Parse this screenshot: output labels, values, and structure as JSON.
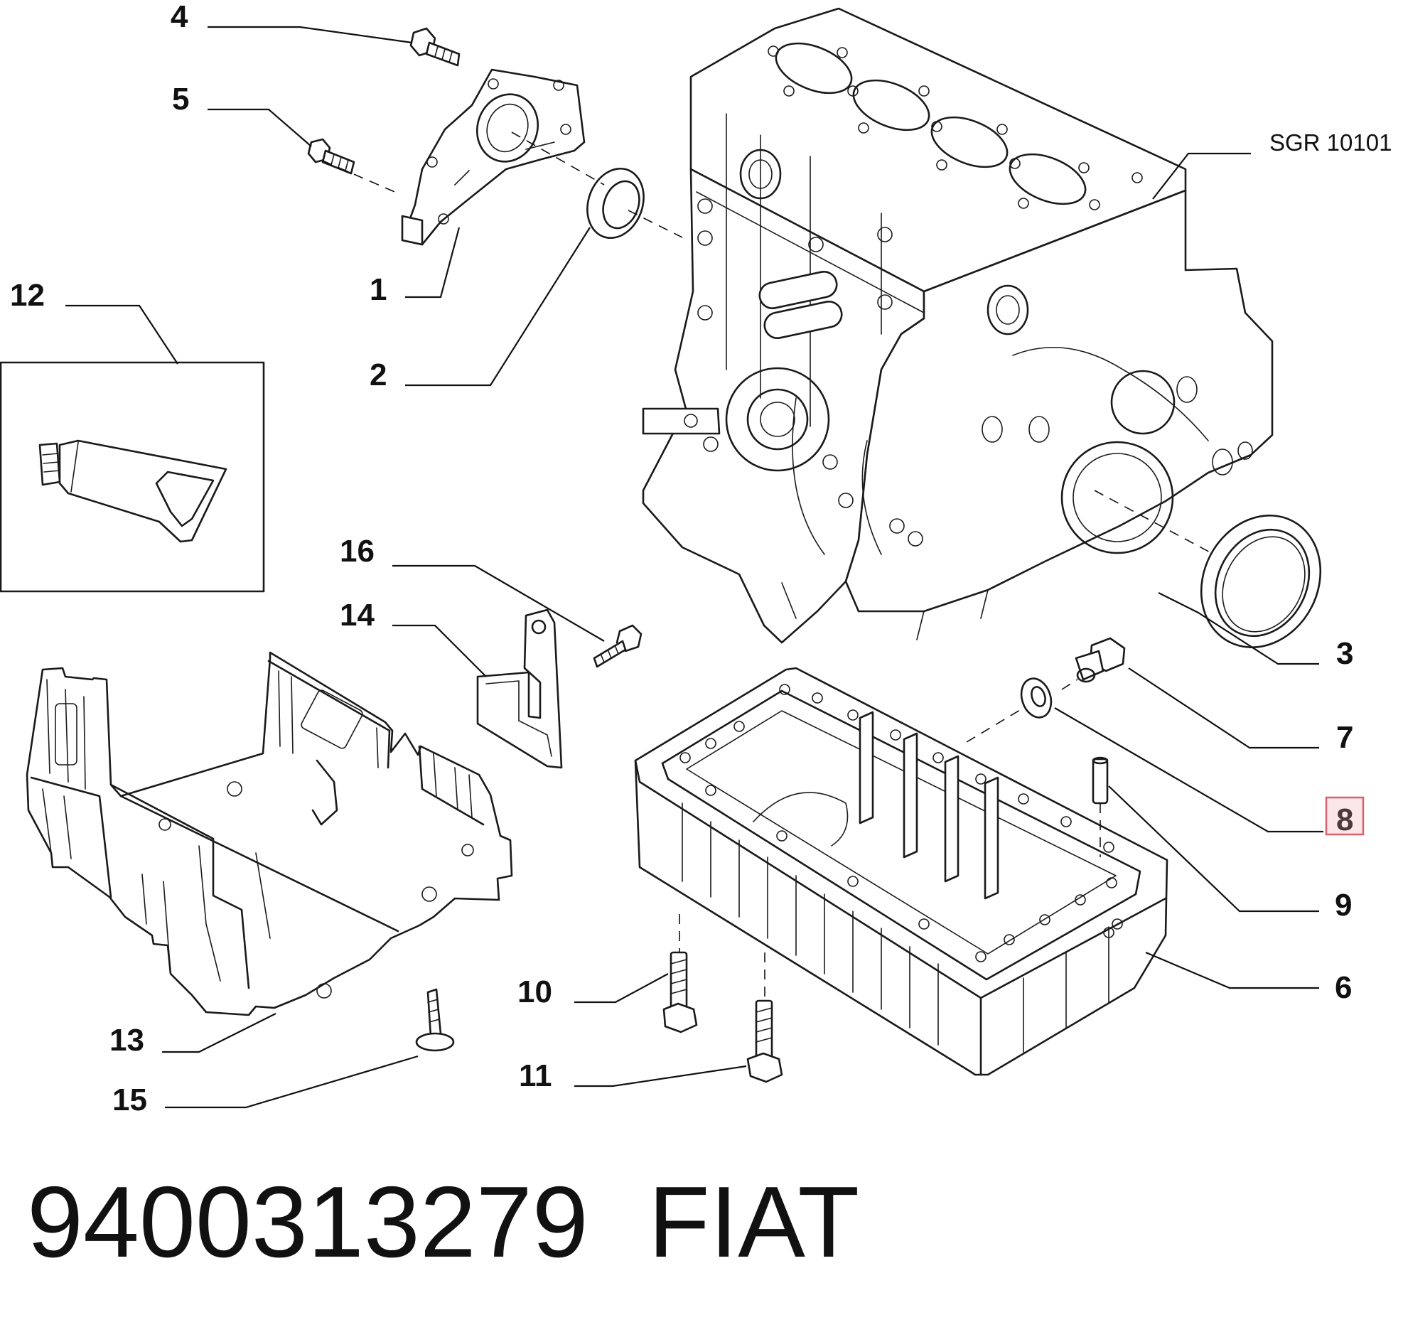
{
  "reference_code": "SGR 10101",
  "callouts": {
    "c1": "1",
    "c2": "2",
    "c3": "3",
    "c4": "4",
    "c5": "5",
    "c6": "6",
    "c7": "7",
    "c8": "8",
    "c9": "9",
    "c10": "10",
    "c11": "11",
    "c12": "12",
    "c13": "13",
    "c14": "14",
    "c15": "15",
    "c16": "16"
  },
  "highlighted_callout": "8",
  "footer": {
    "part_number": "9400313279",
    "brand": "FIAT"
  },
  "colors": {
    "line": "#1a1a1a",
    "highlight_fill": "#fbe7ea",
    "highlight_stroke": "#d9606c"
  }
}
